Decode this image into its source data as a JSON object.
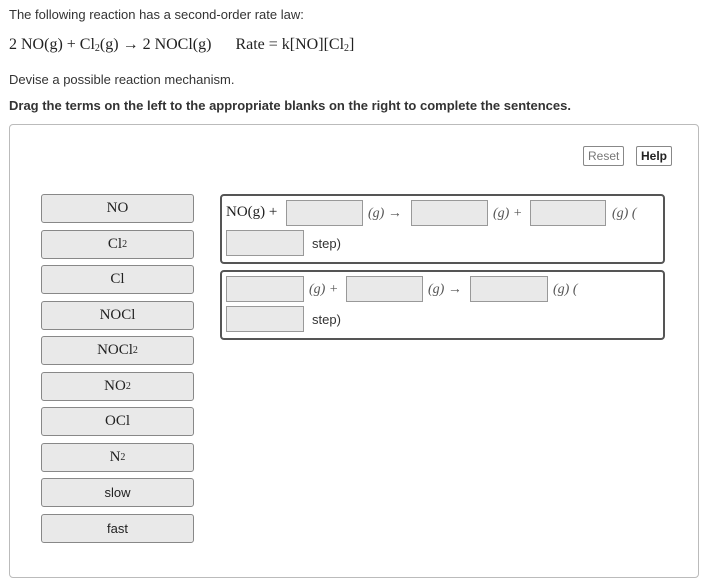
{
  "intro": "The following reaction has a second-order rate law:",
  "equation": {
    "reactants": "2 NO(g) + Cl",
    "reactants_sub": "2",
    "middle": "(g) → 2 NOCl(g)",
    "rate": "Rate = k[NO][Cl",
    "rate_sub": "2",
    "rate_end": "]"
  },
  "devise": "Devise a possible reaction mechanism.",
  "instruction": "Drag the terms on the left to the appropriate blanks on the right to complete the sentences.",
  "buttons": {
    "reset": "Reset",
    "help": "Help"
  },
  "tiles": [
    {
      "main": "NO",
      "sub": ""
    },
    {
      "main": "Cl",
      "sub": "2"
    },
    {
      "main": "Cl",
      "sub": ""
    },
    {
      "main": "NOCl",
      "sub": ""
    },
    {
      "main": "NOCl",
      "sub": "2"
    },
    {
      "main": "NO",
      "sub": "2"
    },
    {
      "main": "OCl",
      "sub": ""
    },
    {
      "main": "N",
      "sub": "2"
    },
    {
      "main": "slow",
      "sub": ""
    },
    {
      "main": "fast",
      "sub": ""
    }
  ],
  "sentence1": {
    "start": "NO(g) +",
    "g_plus_arrow": "(g) →",
    "g_plus": "(g) +",
    "g_paren": "(g) (",
    "step": "step)"
  },
  "sentence2": {
    "g_plus": "(g) +",
    "g_arrow": "(g) →",
    "g_paren": "(g) (",
    "step": "step)"
  }
}
